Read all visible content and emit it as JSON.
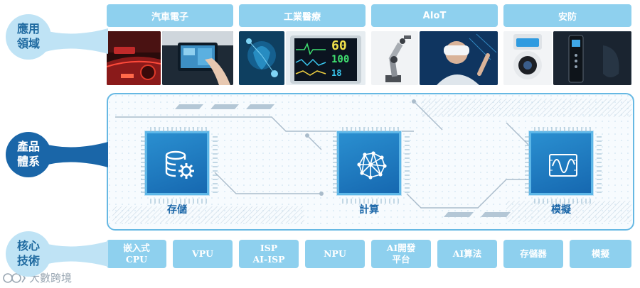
{
  "categories": {
    "application": "應用\n領域",
    "product": "產品\n體系",
    "core": "核心\n技術"
  },
  "applications": [
    {
      "label": "汽車電子"
    },
    {
      "label": "工業醫療"
    },
    {
      "label": "AIoT"
    },
    {
      "label": "安防"
    }
  ],
  "monitor_readouts": [
    "60",
    "100",
    "18"
  ],
  "products": [
    {
      "label": "存儲",
      "icon": "storage-gear-icon"
    },
    {
      "label": "計算",
      "icon": "neural-network-icon"
    },
    {
      "label": "模擬",
      "icon": "waveform-icon"
    }
  ],
  "core_tech": [
    {
      "label": "嵌入式\nCPU"
    },
    {
      "label": "VPU"
    },
    {
      "label": "ISP\nAI-ISP"
    },
    {
      "label": "NPU"
    },
    {
      "label": "AI開發\n平台"
    },
    {
      "label": "AI算法"
    },
    {
      "label": "存儲器"
    },
    {
      "label": "模擬"
    }
  ],
  "watermark": "大數跨境",
  "colors": {
    "header_blue": "#8ed0ee",
    "dark_blue": "#1a66a8",
    "light_blue": "#bfe3f5",
    "panel_border": "#66b8e3"
  }
}
